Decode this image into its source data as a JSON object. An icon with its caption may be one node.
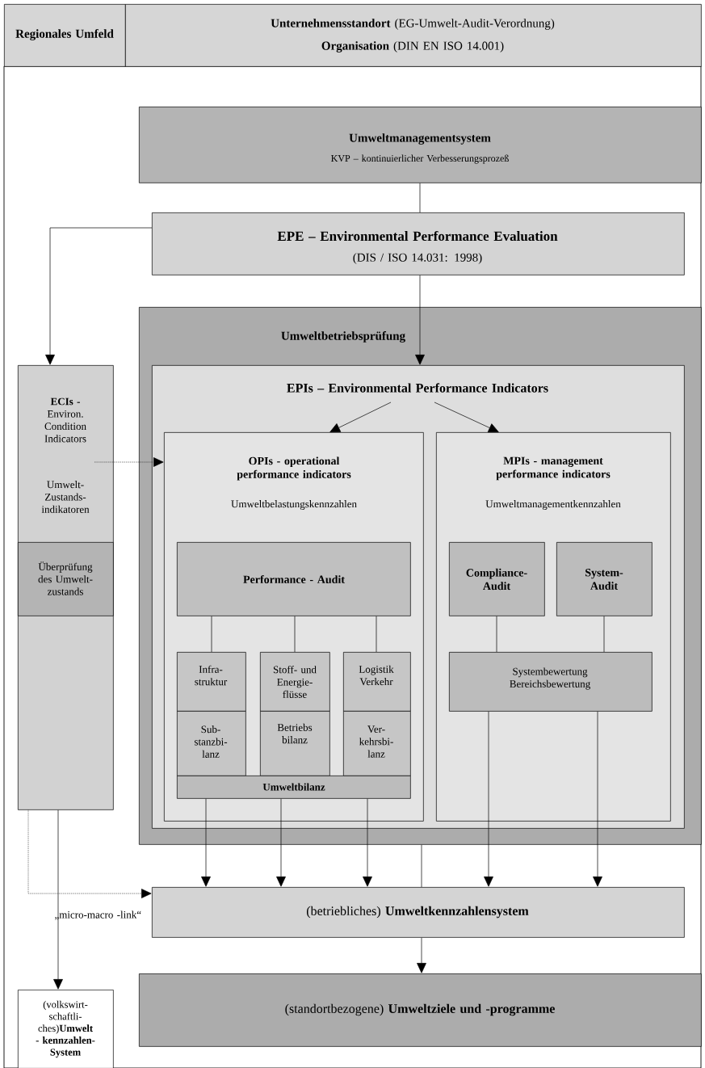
{
  "diagram": {
    "nodes": [
      {
        "text": [
          "Regionales Umfeld"
        ]
      },
      {
        "text": [
          "**Unternehmensstandort** (EG-Umwelt-Audit-Verordnung)",
          "**Organisation** (DIN EN ISO 14.001)"
        ]
      },
      {
        "text": [
          "Umweltmanagementsystem",
          "KVP – kontinuierlicher Verbesserungsprozeß"
        ]
      },
      {
        "text": [
          "EPE – Environmental Performance Evaluation",
          "(DIS / ISO 14.031: 1998)"
        ]
      },
      {
        "text": [
          "Umweltbetriebsprüfung"
        ]
      },
      {
        "text": [
          "EPIs – Environmental Performance Indicators"
        ],
        "in": 4
      },
      {
        "text": [
          "OPIs - operational performance indicators",
          "Umweltbelastungskennzahlen"
        ],
        "in": 5
      },
      {
        "text": [
          "Performance - Audit"
        ],
        "in": 6
      },
      {
        "text": [
          "Infra-struktur"
        ],
        "in": 6
      },
      {
        "text": [
          "Stoff- und Energie-flüsse"
        ],
        "in": 6
      },
      {
        "text": [
          "Logistik Verkehr"
        ],
        "in": 6
      },
      {
        "text": [
          "Sub-stanzbi-lanz"
        ],
        "in": 6
      },
      {
        "text": [
          "Betriebs bilanz"
        ],
        "in": 6
      },
      {
        "text": [
          "Ver-kehrsbi-lanz"
        ],
        "in": 6
      },
      {
        "text": [
          "Umweltbilanz"
        ],
        "in": 6
      },
      {
        "text": [
          "MPIs - management performance indicators",
          "Umweltmanagementkennzahlen"
        ],
        "in": 5
      },
      {
        "text": [
          "Compliance-Audit"
        ],
        "in": 15
      },
      {
        "text": [
          "System-Audit"
        ],
        "in": 15
      },
      {
        "text": [
          "Systembewertung Bereichsbewertung"
        ],
        "in": 15
      },
      {
        "text": [
          "**ECIs -** Environ. Condition Indicators",
          "Umwelt-Zustands-indikatoren"
        ]
      },
      {
        "text": [
          "Überprüfung des Umwelt-zustands"
        ],
        "in": 19
      },
      {
        "text": [
          "(betriebliches) **Umweltkennzahlensystem**"
        ]
      },
      {
        "text": [
          "(standortbezogene) **Umweltziele und -programme**"
        ]
      },
      {
        "text": [
          "(volkswirt-schaftli-ches)**Umwelt - kennzahlen-System**"
        ]
      }
    ],
    "edges": [
      {
        "from": 2,
        "to": 3,
        "arrow": "none"
      },
      {
        "from": 3,
        "to": 5,
        "arrow": "to"
      },
      {
        "from": 3,
        "to": 19,
        "arrow": "to"
      },
      {
        "from": 5,
        "to": 6,
        "arrow": "to"
      },
      {
        "from": 5,
        "to": 15,
        "arrow": "to"
      },
      {
        "from": 19,
        "to": 6,
        "arrow": "to",
        "style": "dashed"
      },
      {
        "from": 7,
        "to": 8,
        "arrow": "none"
      },
      {
        "from": 7,
        "to": 9,
        "arrow": "none"
      },
      {
        "from": 7,
        "to": 10,
        "arrow": "none"
      },
      {
        "from": 16,
        "to": 18,
        "arrow": "none"
      },
      {
        "from": 17,
        "to": 18,
        "arrow": "none"
      },
      {
        "from": 14,
        "to": 21,
        "arrow": "to"
      },
      {
        "from": 14,
        "to": 21,
        "arrow": "to"
      },
      {
        "from": 14,
        "to": 21,
        "arrow": "to"
      },
      {
        "from": 18,
        "to": 21,
        "arrow": "to"
      },
      {
        "from": 18,
        "to": 21,
        "arrow": "to"
      },
      {
        "from": 4,
        "to": 21,
        "arrow": "none"
      },
      {
        "from": 21,
        "to": 22,
        "arrow": "to"
      },
      {
        "from": 19,
        "to": 21,
        "arrow": "to",
        "style": "dashed"
      },
      {
        "from": 19,
        "to": 23,
        "arrow": "to"
      }
    ],
    "labels": [
      "„micro-macro -link“"
    ]
  }
}
